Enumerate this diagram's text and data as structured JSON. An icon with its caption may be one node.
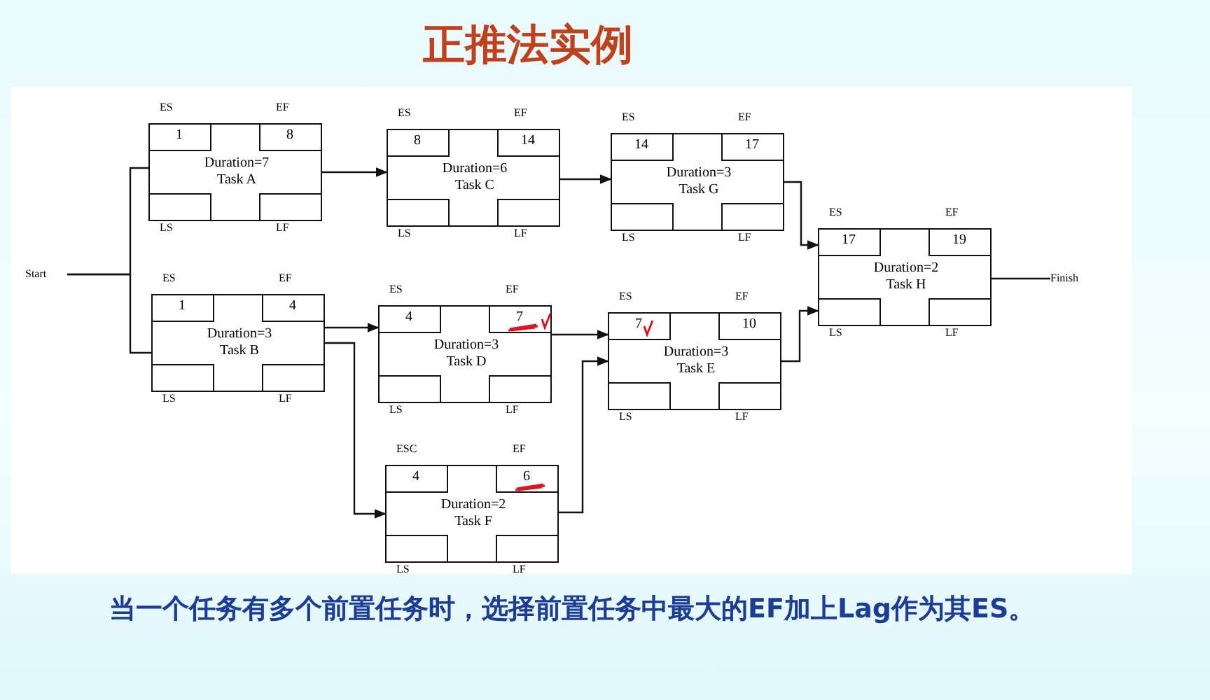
{
  "diagram": {
    "title": "正推法实例",
    "caption": "当一个任务有多个前置任务时，选择前置任务中最大的EF加上Lag作为其ES。",
    "nodes": [
      {
        "text": [
          "Start"
        ]
      },
      {
        "text": [
          "Duration=7 Task A"
        ]
      },
      {
        "text": [
          "1"
        ],
        "in": 1,
        "beside": [
          "ES"
        ]
      },
      {
        "text": [
          "8"
        ],
        "in": 1,
        "beside": [
          "EF"
        ]
      },
      {
        "text": [],
        "shape": "box",
        "in": 1,
        "beside": [
          "LS"
        ]
      },
      {
        "text": [],
        "shape": "box",
        "in": 1,
        "beside": [
          "LF"
        ]
      },
      {
        "text": [
          "Duration=6 Task C"
        ]
      },
      {
        "text": [
          "8"
        ],
        "in": 6,
        "beside": [
          "ES"
        ]
      },
      {
        "text": [
          "14"
        ],
        "in": 6,
        "beside": [
          "EF"
        ]
      },
      {
        "text": [],
        "shape": "box",
        "in": 6,
        "beside": [
          "LS"
        ]
      },
      {
        "text": [],
        "shape": "box",
        "in": 6,
        "beside": [
          "LF"
        ]
      },
      {
        "text": [
          "Duration=3 Task G"
        ]
      },
      {
        "text": [
          "14"
        ],
        "in": 11,
        "beside": [
          "ES"
        ]
      },
      {
        "text": [
          "17"
        ],
        "in": 11,
        "beside": [
          "EF"
        ]
      },
      {
        "text": [],
        "shape": "box",
        "in": 11,
        "beside": [
          "LS"
        ]
      },
      {
        "text": [],
        "shape": "box",
        "in": 11,
        "beside": [
          "LF"
        ]
      },
      {
        "text": [
          "Duration=2 Task H"
        ]
      },
      {
        "text": [
          "17"
        ],
        "in": 16,
        "beside": [
          "ES"
        ]
      },
      {
        "text": [
          "19"
        ],
        "in": 16,
        "beside": [
          "EF"
        ]
      },
      {
        "text": [],
        "shape": "box",
        "in": 16,
        "beside": [
          "LS"
        ]
      },
      {
        "text": [],
        "shape": "box",
        "in": 16,
        "beside": [
          "LF"
        ]
      },
      {
        "text": [
          "Duration=3 Task B"
        ]
      },
      {
        "text": [
          "1"
        ],
        "in": 21,
        "beside": [
          "ES"
        ]
      },
      {
        "text": [
          "4"
        ],
        "in": 21,
        "beside": [
          "EF"
        ]
      },
      {
        "text": [],
        "shape": "box",
        "in": 21,
        "beside": [
          "LS"
        ]
      },
      {
        "text": [],
        "shape": "box",
        "in": 21,
        "beside": [
          "LF"
        ]
      },
      {
        "text": [
          "Duration=3 Task D"
        ]
      },
      {
        "text": [
          "4"
        ],
        "in": 26,
        "beside": [
          "ES"
        ]
      },
      {
        "text": [
          "7"
        ],
        "in": 26,
        "beside": [
          "EF"
        ]
      },
      {
        "text": [],
        "shape": "box",
        "in": 26,
        "beside": [
          "LS"
        ]
      },
      {
        "text": [],
        "shape": "box",
        "in": 26,
        "beside": [
          "LF"
        ]
      },
      {
        "text": [
          "Duration=3 Task E"
        ]
      },
      {
        "text": [
          "7"
        ],
        "in": 31,
        "beside": [
          "ES"
        ]
      },
      {
        "text": [
          "10"
        ],
        "in": 31,
        "beside": [
          "EF"
        ]
      },
      {
        "text": [],
        "shape": "box",
        "in": 31,
        "beside": [
          "LS"
        ]
      },
      {
        "text": [],
        "shape": "box",
        "in": 31,
        "beside": [
          "LF"
        ]
      },
      {
        "text": [
          "Duration=2 Task F"
        ]
      },
      {
        "text": [
          "4"
        ],
        "in": 36,
        "beside": [
          "ESC"
        ]
      },
      {
        "text": [
          "6"
        ],
        "in": 36,
        "beside": [
          "EF"
        ]
      },
      {
        "text": [],
        "shape": "box",
        "in": 36,
        "beside": [
          "LS"
        ]
      },
      {
        "text": [],
        "shape": "box",
        "in": 36,
        "beside": [
          "LF"
        ]
      },
      {
        "text": [
          "Finish"
        ]
      }
    ],
    "edges": [
      {
        "from": 0,
        "to": 1,
        "arrow": "none"
      },
      {
        "from": 0,
        "to": 21,
        "arrow": "none"
      },
      {
        "from": 1,
        "to": 6,
        "arrow": "to"
      },
      {
        "from": 6,
        "to": 11,
        "arrow": "to"
      },
      {
        "from": 11,
        "to": 16,
        "arrow": "to"
      },
      {
        "from": 21,
        "to": 26,
        "arrow": "to"
      },
      {
        "from": 21,
        "to": 36,
        "arrow": "to"
      },
      {
        "from": 26,
        "to": 31,
        "arrow": "to"
      },
      {
        "from": 36,
        "to": 31,
        "arrow": "to"
      },
      {
        "from": 31,
        "to": 16,
        "arrow": "to"
      },
      {
        "from": 16,
        "to": 41,
        "arrow": "none"
      }
    ]
  }
}
